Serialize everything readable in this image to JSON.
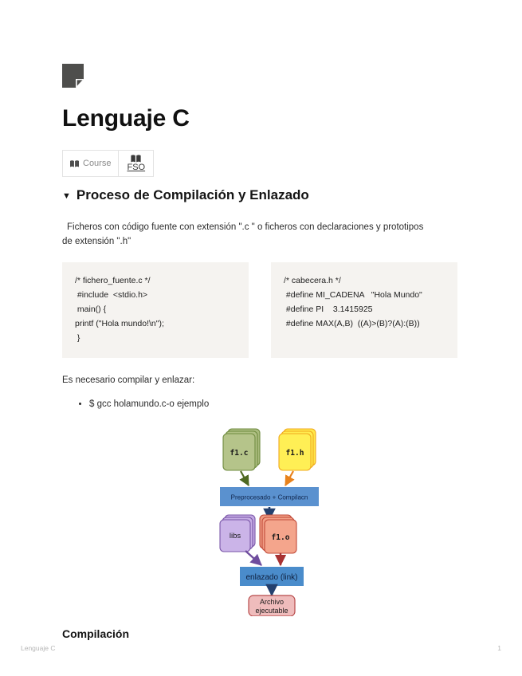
{
  "document": {
    "logo_icon": "document-folded-corner-icon",
    "title": "Lenguaje C",
    "badge": {
      "course_icon": "book-icon",
      "course_label": "Course",
      "subject_icon": "book-icon",
      "subject_link": "FSO"
    },
    "section": {
      "caret": "▼",
      "heading": "Proceso de Compilación y Enlazado"
    },
    "intro_paragraph": "Ficheros con código fuente con extensión \".c \" o ficheros  con declaraciones y prototipos de extensión \".h\"",
    "code_boxes": [
      {
        "name": "fichero-fuente-c",
        "lines": [
          "/* fichero_fuente.c */",
          " #include  <stdio.h>",
          " main() {",
          "printf (\"Hola mundo!\\n\");",
          " }"
        ]
      },
      {
        "name": "cabecera-h",
        "lines": [
          "/* cabecera.h */",
          " #define MI_CADENA   \"Hola Mundo\"",
          " #define PI    3.1415925",
          " #define MAX(A,B)  ((A)>(B)?(A):(B))"
        ]
      }
    ],
    "compile_paragraph": "Es necesario compilar y enlazar:",
    "command_items": [
      "$ gcc holamundo.c-o ejemplo"
    ],
    "sub_heading": "Compilación"
  },
  "diagram": {
    "name": "compilation-linking-flow-diagram",
    "nodes": {
      "source_files": "f1.c",
      "header_files": "f1.h",
      "preprocess_compile": "Preprocesado + Compilacn",
      "libraries": "libs",
      "object_files": "f1.o",
      "link": "enlazado (link)",
      "executable_line1": "Archivo",
      "executable_line2": "ejecutable"
    },
    "colors": {
      "source_fill": "#b5c48a",
      "source_stroke": "#6f8b3f",
      "header_fill": "#ffef55",
      "header_stroke": "#f0a81e",
      "process_fill": "#5a91cf",
      "process_text": "#122a55",
      "libs_fill": "#cbb4e8",
      "libs_stroke": "#7a56a8",
      "object_fill": "#f4a58c",
      "object_stroke": "#c14a3a",
      "exec_fill": "#efbcbc",
      "exec_stroke": "#b84a4a"
    }
  },
  "footer": {
    "left": "Lenguaje C",
    "page_number": "1"
  }
}
